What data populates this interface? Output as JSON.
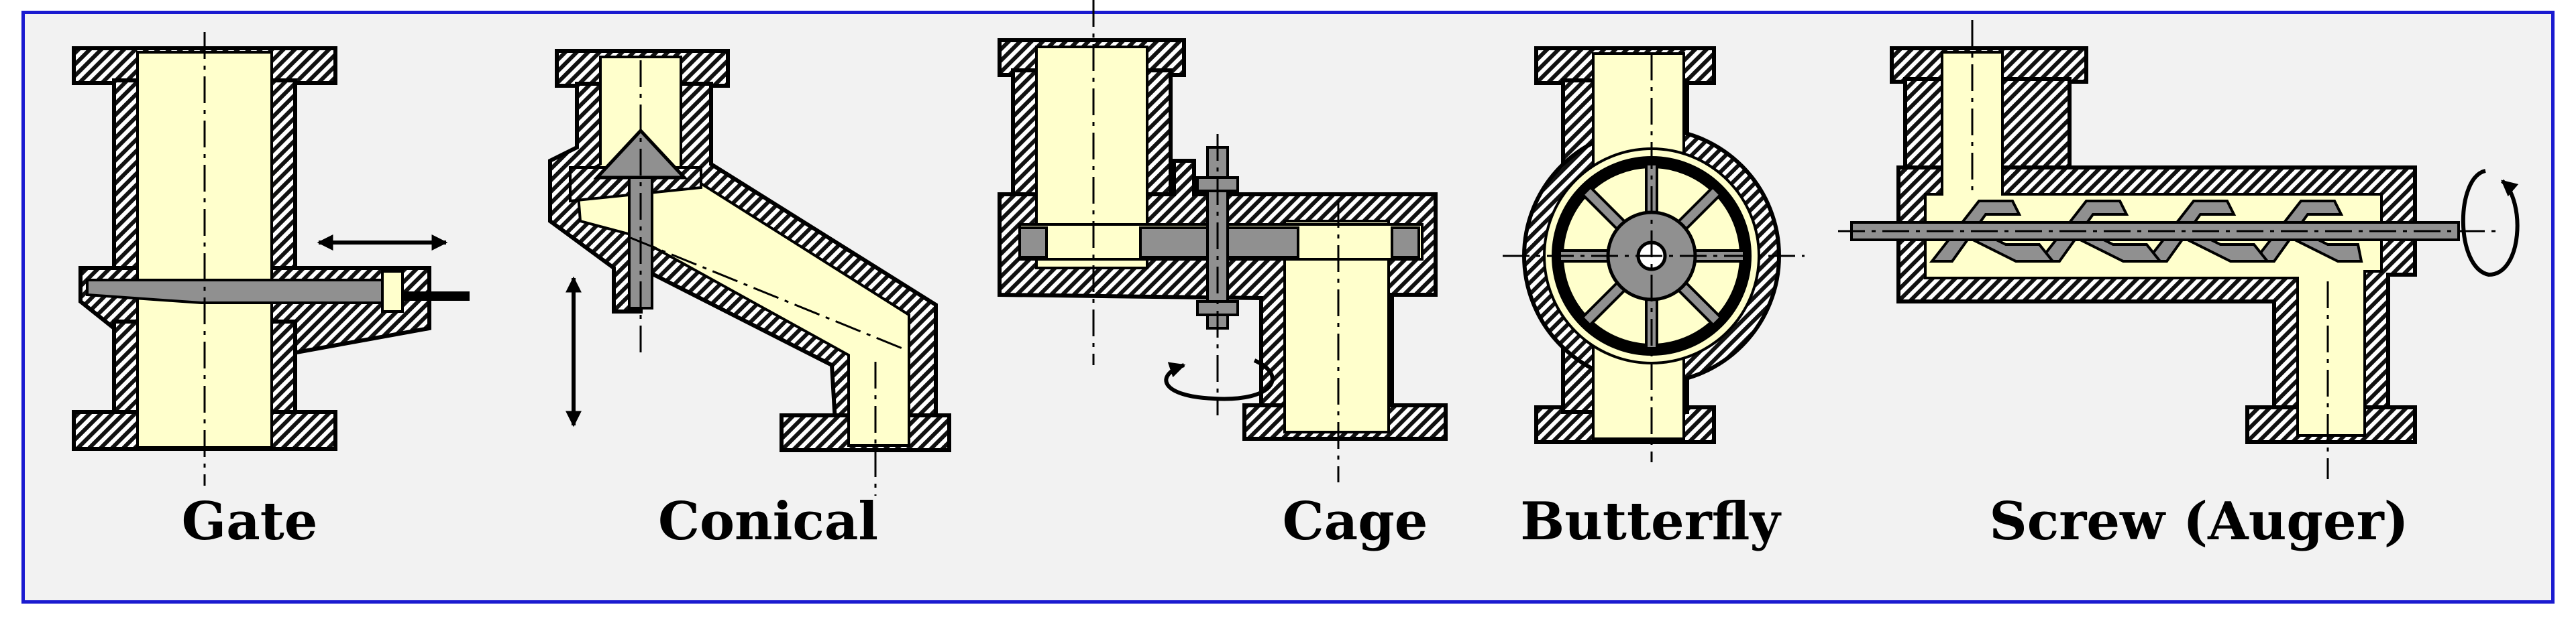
{
  "colors": {
    "frame": "#1a1ad0",
    "background": "#f2f2f2",
    "fill": "#ffffcc",
    "hatch": "#000000",
    "mechanism": "#808080"
  },
  "valves": [
    {
      "id": "gate",
      "label": "Gate"
    },
    {
      "id": "conical",
      "label": "Conical"
    },
    {
      "id": "cage",
      "label": "Cage"
    },
    {
      "id": "butterfly",
      "label": "Butterfly"
    },
    {
      "id": "screw",
      "label": "Screw (Auger)"
    }
  ]
}
